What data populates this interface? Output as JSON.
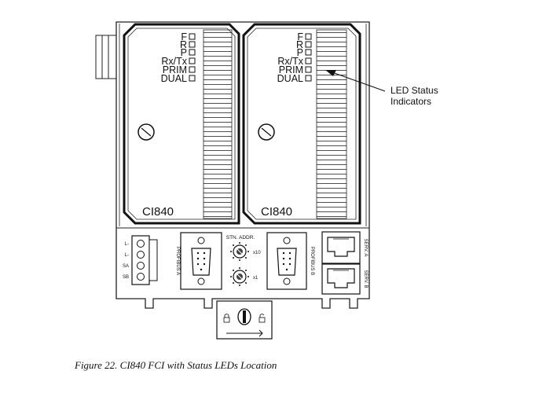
{
  "figure": {
    "caption": "Figure 22. CI840 FCI with Status LEDs Location"
  },
  "modules": [
    {
      "model_label": "CI840",
      "led_labels": [
        "F",
        "R",
        "P",
        "Rx/Tx",
        "PRIM",
        "DUAL"
      ]
    },
    {
      "model_label": "CI840",
      "led_labels": [
        "F",
        "R",
        "P",
        "Rx/Tx",
        "PRIM",
        "DUAL"
      ]
    }
  ],
  "callout": {
    "line1": "LED Status",
    "line2": "Indicators"
  },
  "terminal_labels": [
    "L-",
    "L-",
    "SA",
    "SB"
  ],
  "ports": {
    "profibus_a": "PROFIBUS A",
    "profibus_b": "PROFIBUS B",
    "service_a": "SERV. A",
    "service_b": "SERV. B"
  },
  "station_address": {
    "title": "STN. ADDR.",
    "dial_upper_mult": "x10",
    "dial_lower_mult": "x1"
  }
}
